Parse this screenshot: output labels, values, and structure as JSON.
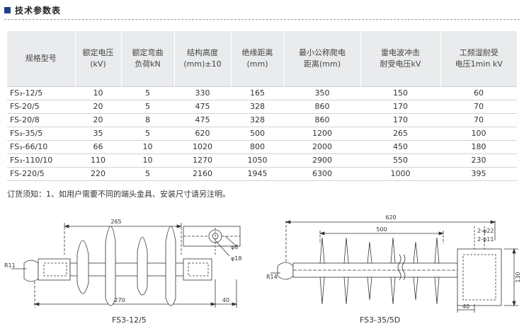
{
  "section": {
    "title": "技术参数表"
  },
  "table": {
    "headers": [
      "规格型号",
      "额定电压\n(kV)",
      "额定弯曲\n负荷kN",
      "结构高度\n(mm)±10",
      "绝缘距离\n(mm)",
      "最小公称爬电\n距离(mm)",
      "雷电波冲击\n耐受电压kV",
      "工频湿耐受\n电压1min kV"
    ],
    "rows": [
      [
        "FS₃-12/5",
        "10",
        "5",
        "330",
        "165",
        "350",
        "150",
        "60"
      ],
      [
        "FS-20/5",
        "20",
        "5",
        "475",
        "328",
        "860",
        "170",
        "70"
      ],
      [
        "FS-20/8",
        "20",
        "8",
        "475",
        "328",
        "860",
        "170",
        "70"
      ],
      [
        "FS₃-35/5",
        "35",
        "5",
        "620",
        "500",
        "1200",
        "265",
        "100"
      ],
      [
        "FS₃-66/10",
        "66",
        "10",
        "1020",
        "800",
        "2000",
        "450",
        "180"
      ],
      [
        "FS₃-110/10",
        "110",
        "10",
        "1270",
        "1050",
        "2900",
        "550",
        "230"
      ],
      [
        "FS-220/5",
        "220",
        "5",
        "2160",
        "1945",
        "6300",
        "1000",
        "395"
      ]
    ]
  },
  "note": "订货须知：1、如用户需要不同的端头金具、安装尺寸请另注明。",
  "drawing_left": {
    "caption": "FS3-12/5",
    "dims": {
      "top": "265",
      "bottom": "270",
      "right": "40",
      "radius": "R11",
      "hole": "φ8",
      "plate": "φ18"
    }
  },
  "drawing_right": {
    "caption": "FS3-35/5D",
    "dims": {
      "overall": "620",
      "shed": "500",
      "height": "130",
      "base": "40",
      "radius": "R14",
      "hole_a": "2-φ22",
      "hole_b": "2-φ11"
    }
  }
}
